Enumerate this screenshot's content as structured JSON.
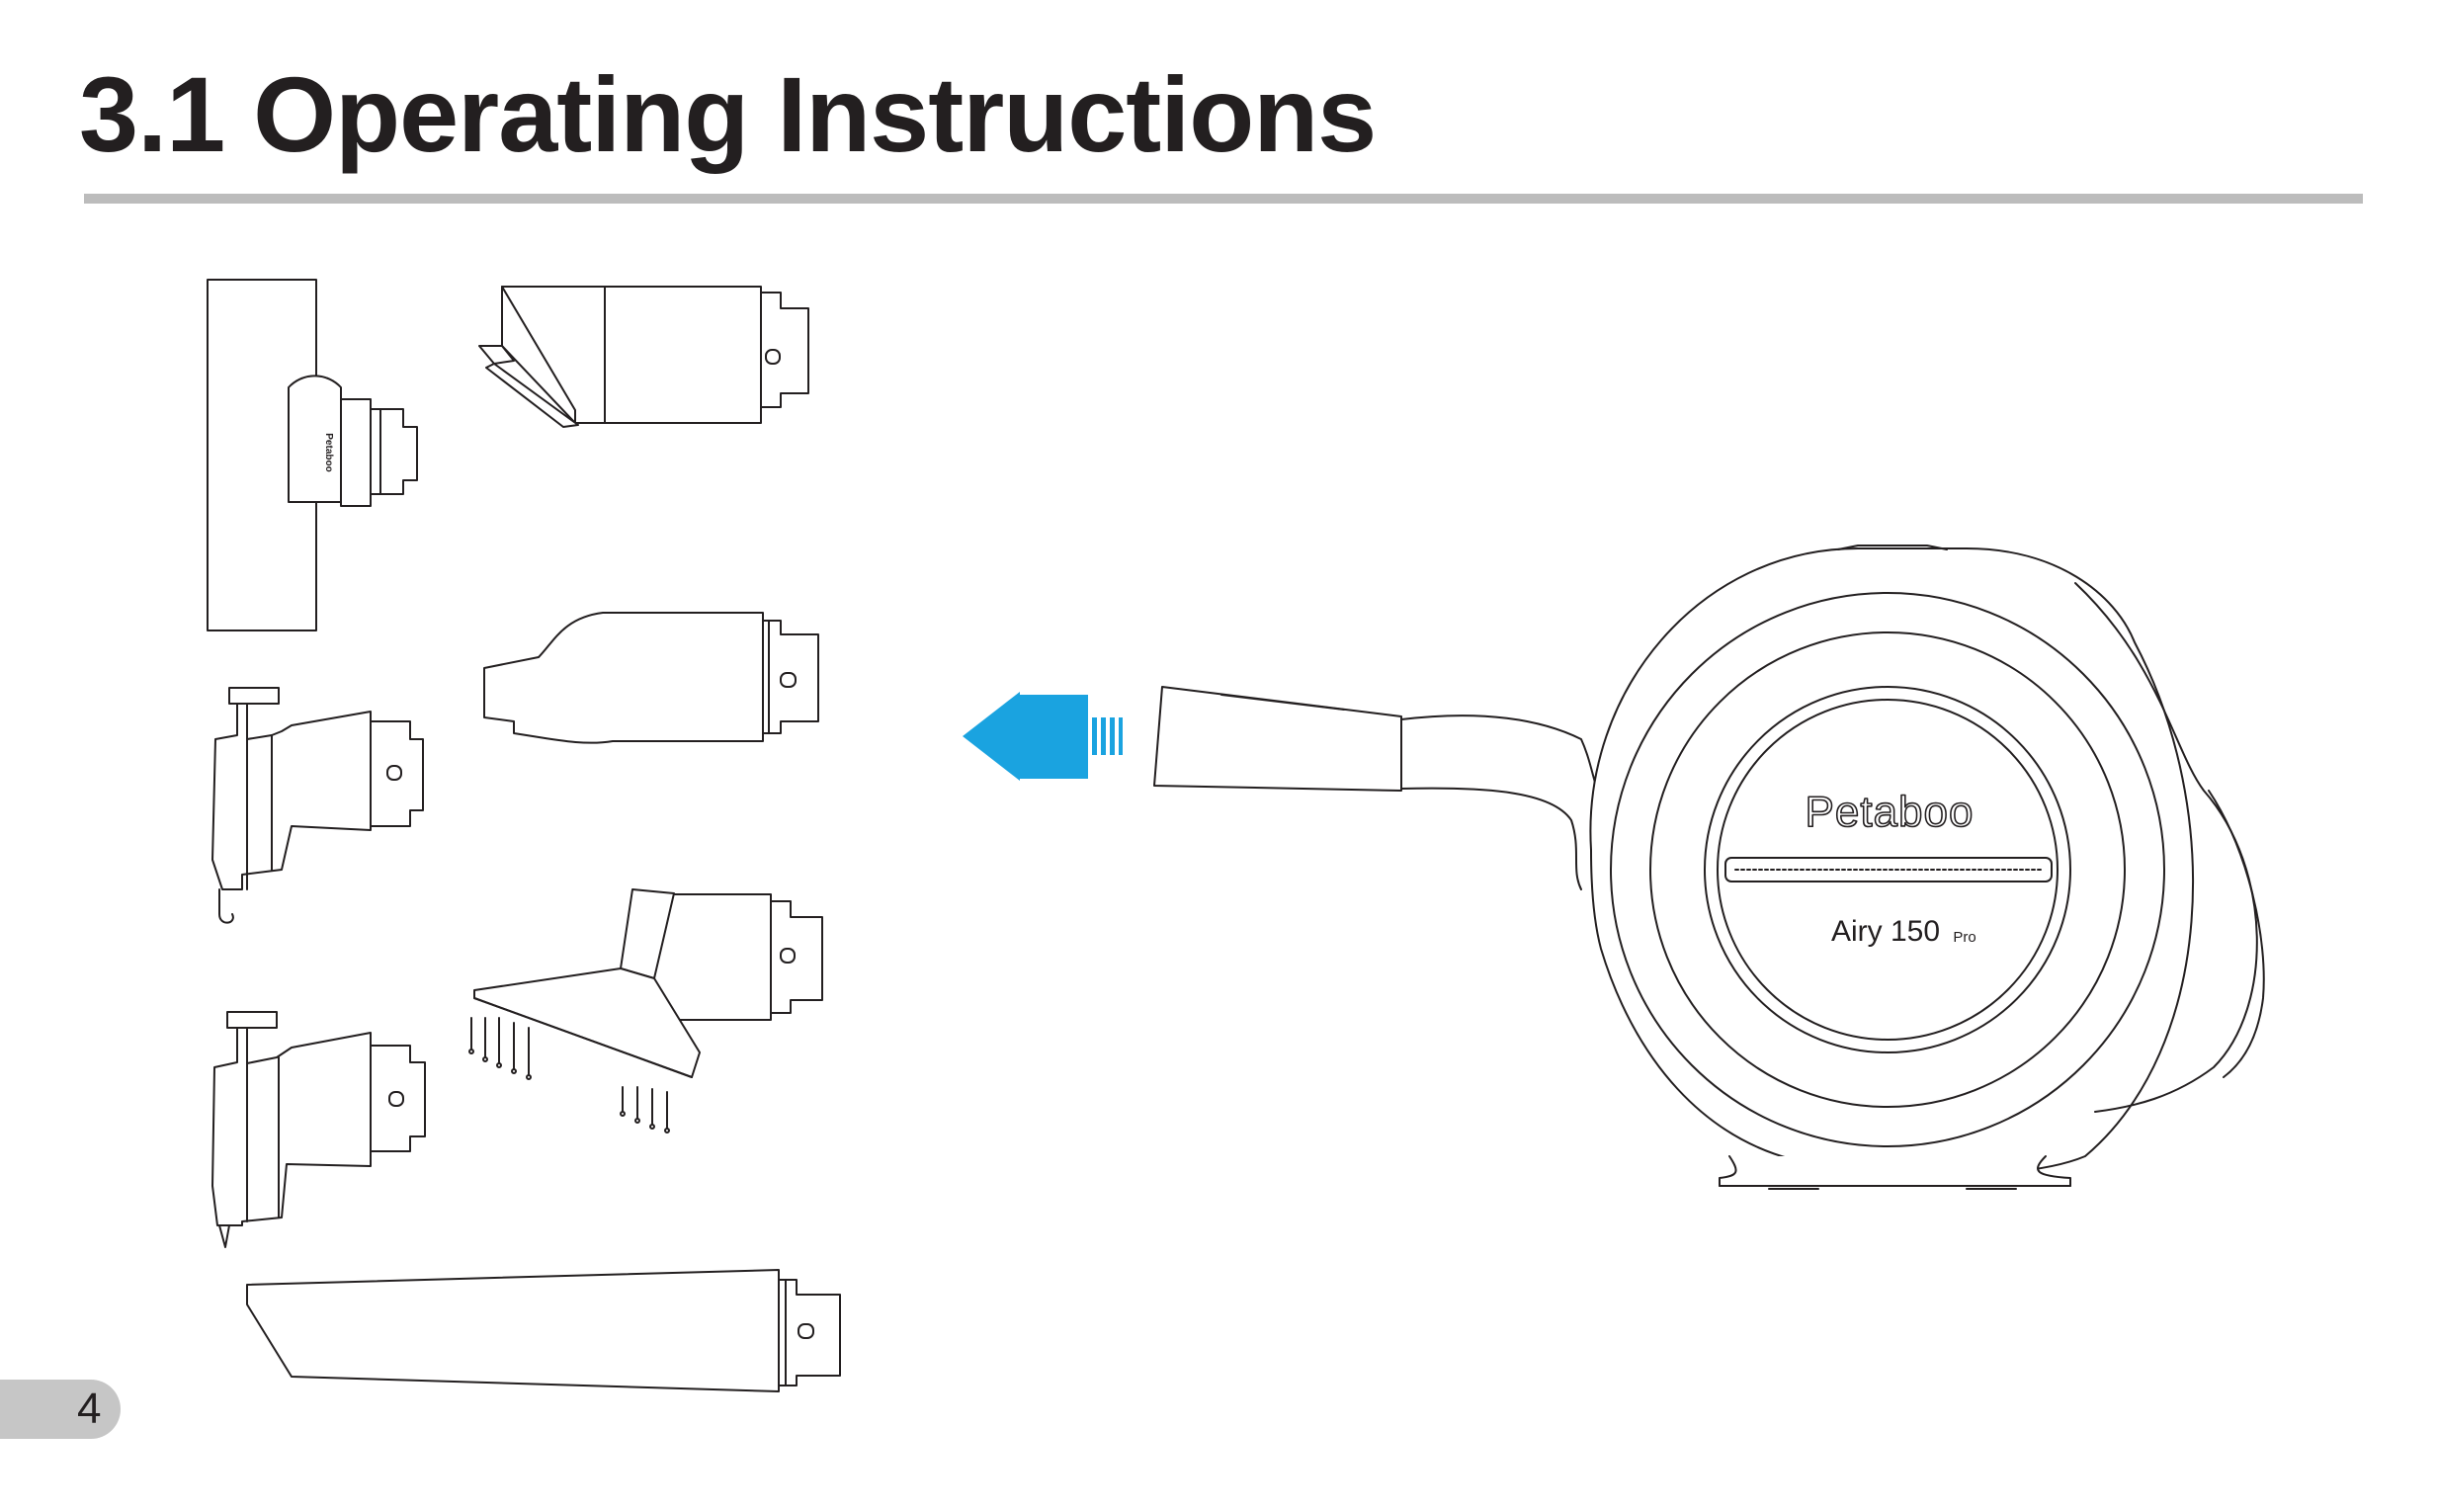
{
  "page": {
    "title": "3.1 Operating Instructions",
    "page_number": "4"
  },
  "device": {
    "brand": "Petaboo",
    "model": "Airy 150",
    "model_suffix": "Pro"
  },
  "arrow": {
    "color": "#1aa3e0",
    "direction": "left"
  },
  "attachments": [
    "wide-brush-nozzle",
    "flat-angled-nozzle",
    "rounded-nozzle",
    "hook-adapter-upper",
    "pet-comb-nozzle",
    "hook-adapter-lower",
    "long-crevice-nozzle"
  ]
}
